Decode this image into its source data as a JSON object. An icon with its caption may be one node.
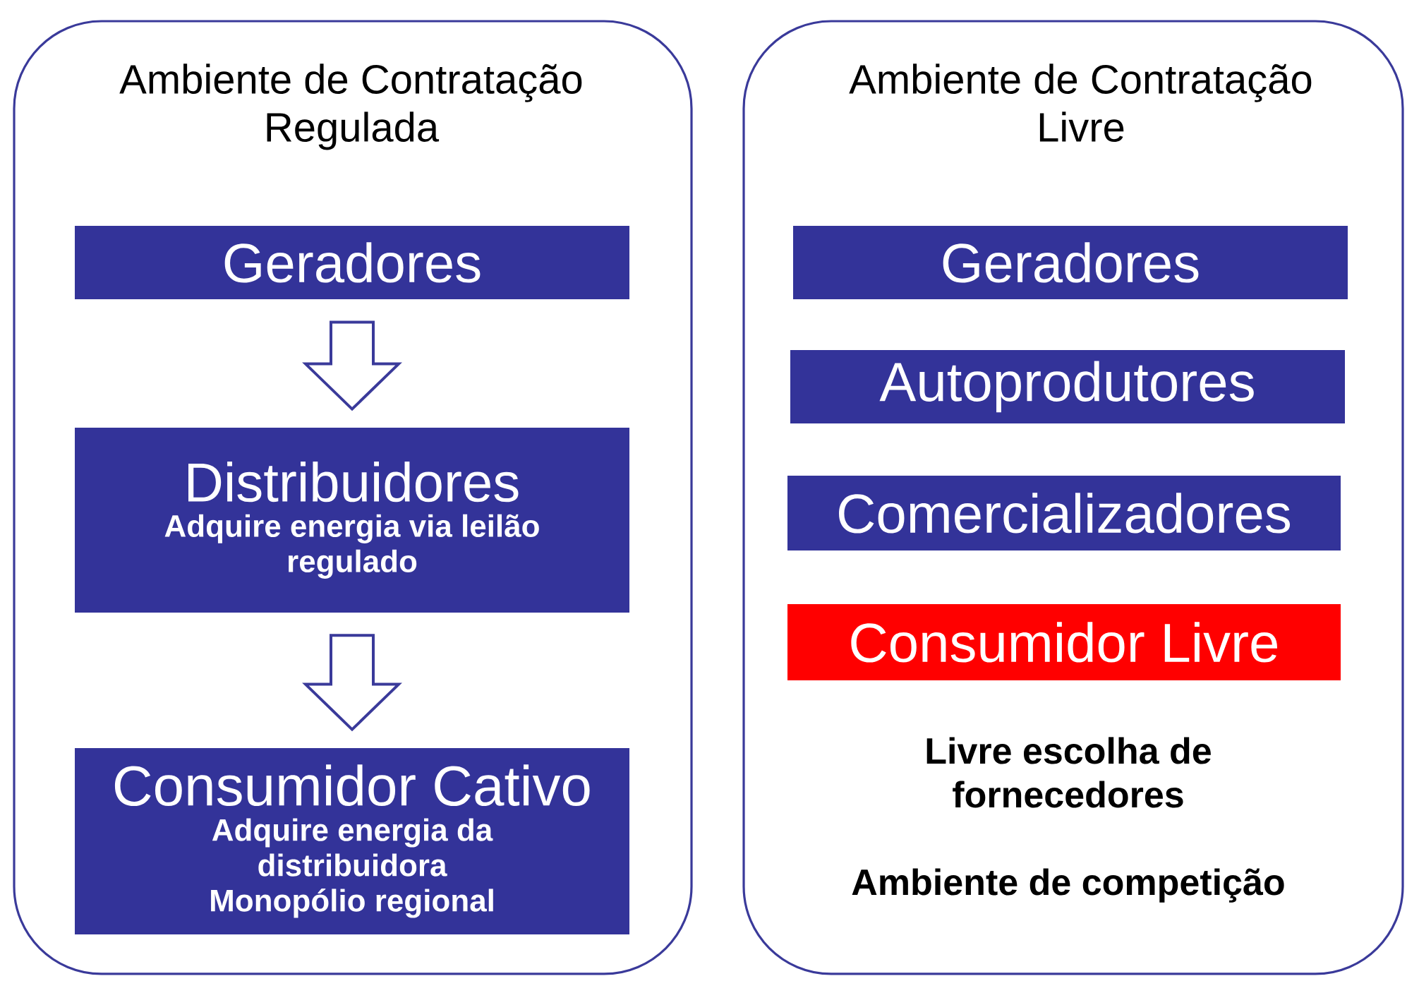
{
  "diagram": {
    "nodes": [
      {
        "text": [
          "Ambiente de Contratação Regulada"
        ]
      },
      {
        "text": [
          "Geradores"
        ],
        "in": 0
      },
      {
        "text": [
          "Distribuidores",
          "Adquire energia via leilão regulado"
        ],
        "in": 0
      },
      {
        "text": [
          "Consumidor Cativo",
          "Adquire energia da distribuidora",
          "Monopólio regional"
        ],
        "in": 0
      },
      {
        "text": [
          "Ambiente de Contratação Livre",
          "Livre escolha de fornecedores",
          "Ambiente de competição"
        ]
      },
      {
        "text": [
          "Geradores"
        ],
        "in": 4
      },
      {
        "text": [
          "Autoprodutores"
        ],
        "in": 4
      },
      {
        "text": [
          "Comercializadores"
        ],
        "in": 4
      },
      {
        "text": [
          "Consumidor Livre"
        ],
        "in": 4
      }
    ],
    "edges": [
      {
        "from": 1,
        "to": 2,
        "arrow": "to"
      },
      {
        "from": 2,
        "to": 3,
        "arrow": "to"
      }
    ]
  }
}
